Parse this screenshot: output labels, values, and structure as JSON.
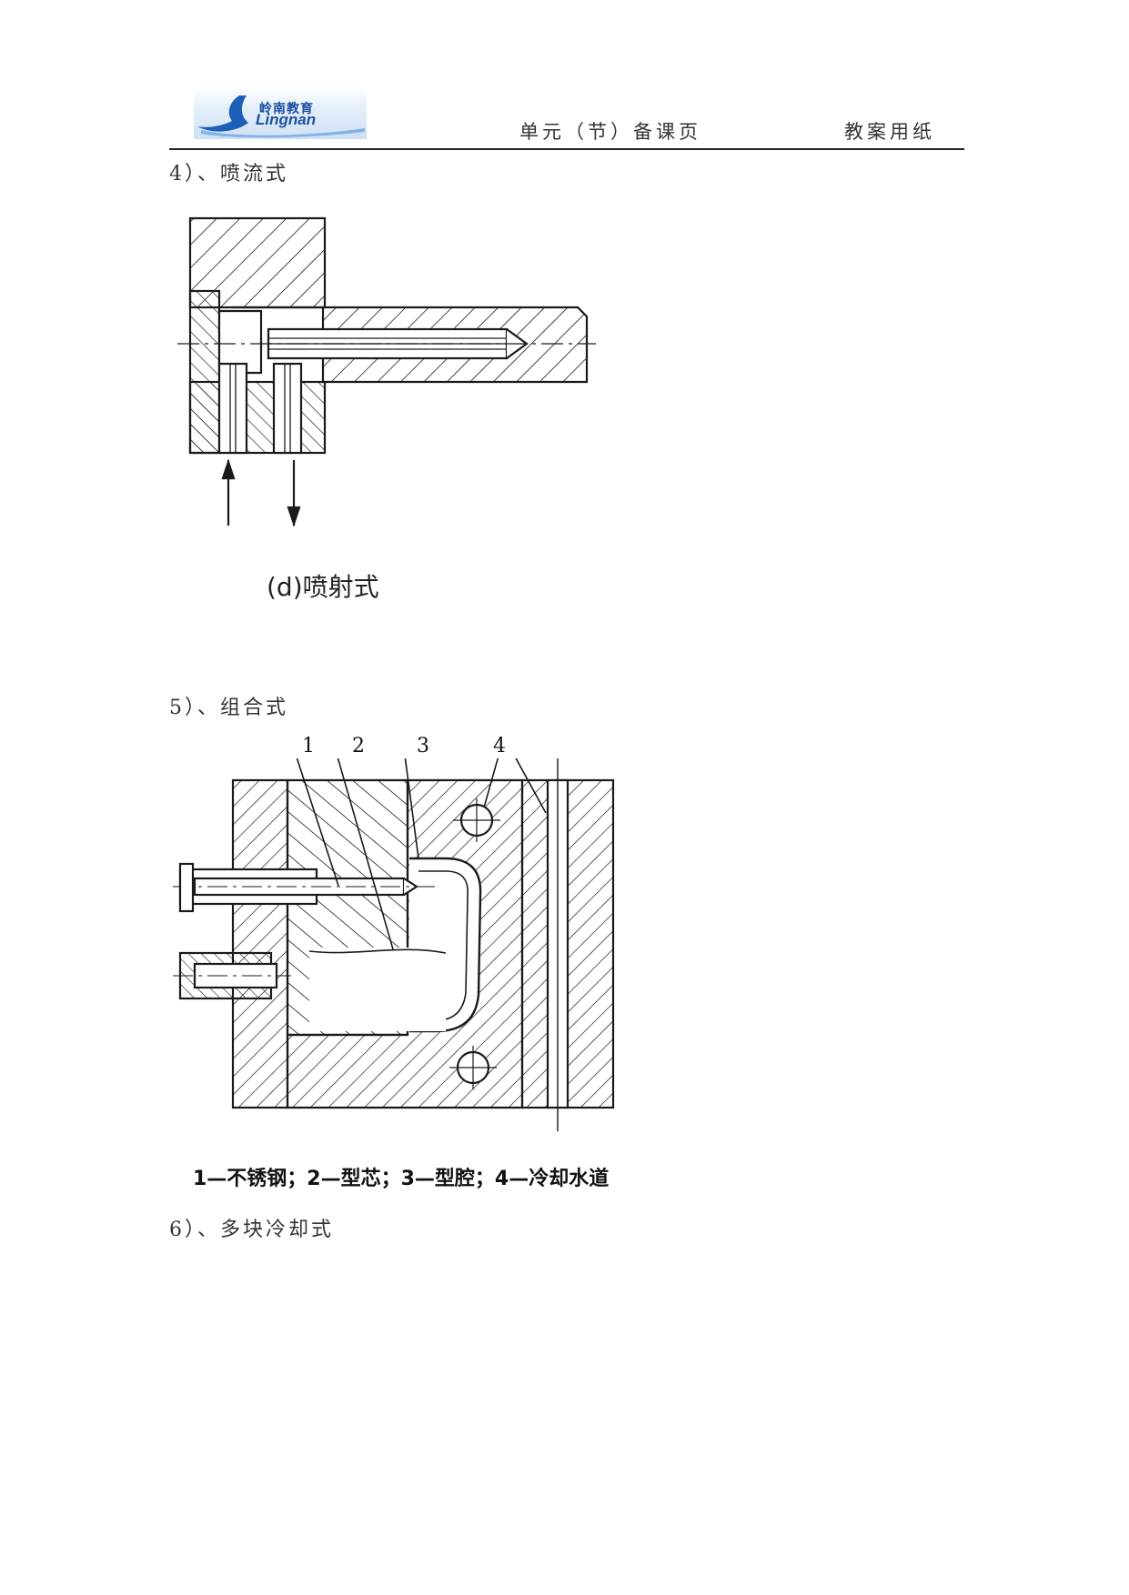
{
  "header": {
    "logo": {
      "cn": "岭南教育",
      "en": "Lingnan"
    },
    "center": "单元（节）备课页",
    "right": "教案用纸"
  },
  "sections": [
    {
      "heading": "4）、喷流式",
      "caption": "(d)喷射式"
    },
    {
      "heading": "5）、组合式",
      "labels": [
        "1",
        "2",
        "3",
        "4"
      ],
      "caption": "1—不锈钢；2—型芯；3—型腔；4—冷却水道"
    },
    {
      "heading": "6）、多块冷却式"
    }
  ],
  "colors": {
    "logo_blue": "#1b4fa0",
    "line": "#1a1a1a"
  }
}
